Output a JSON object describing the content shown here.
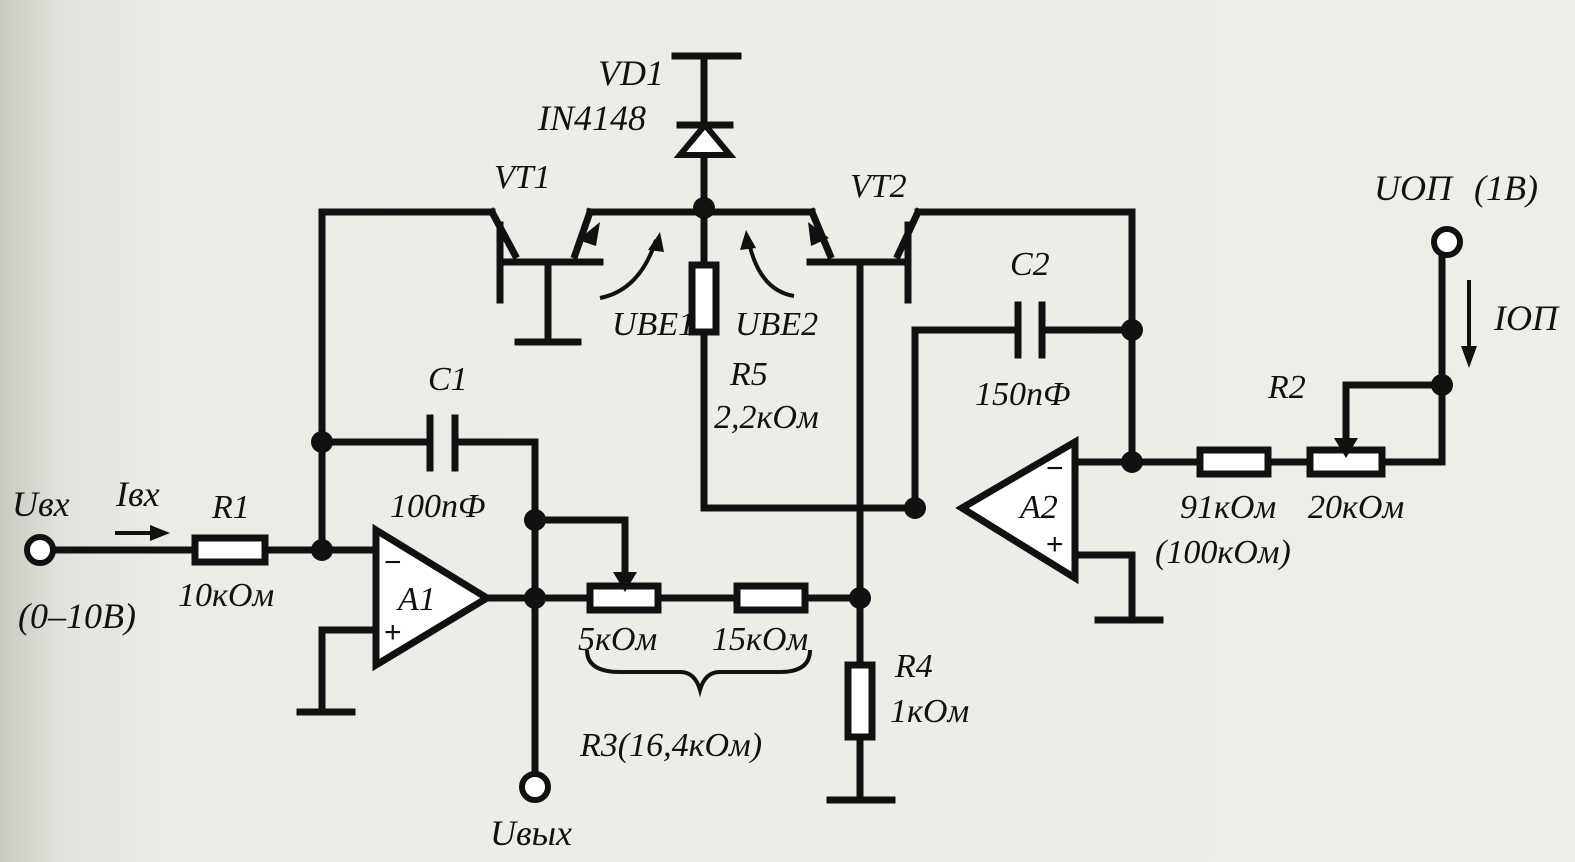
{
  "labels": {
    "vd1_name": "VD1",
    "vd1_type": "IN4148",
    "vt1": "VT1",
    "vt2": "VT2",
    "ube1": "UBE1",
    "ube2": "UBE2",
    "r5_name": "R5",
    "r5_value": "2,2кОм",
    "c1_name": "C1",
    "c1_value": "100пФ",
    "c2_name": "C2",
    "c2_value": "150пФ",
    "uop": "UОП",
    "uop_value": "(1В)",
    "iop": "IОП",
    "r2_name": "R2",
    "r2_fixed": "91кОм",
    "r2_pot": "20кОм",
    "r2_total": "(100кОм)",
    "uvx": "Uвх",
    "ivx": "Iвх",
    "r1_name": "R1",
    "r1_value": "10кОм",
    "uvx_range": "(0–10В)",
    "a1": "A1",
    "a2": "A2",
    "r3_pot": "5кОм",
    "r3_fixed": "15кОм",
    "r3_total": "R3(16,4кОм)",
    "r4_name": "R4",
    "r4_value": "1кОм",
    "uvyx": "Uвых",
    "minus": "−",
    "plus": "+"
  }
}
